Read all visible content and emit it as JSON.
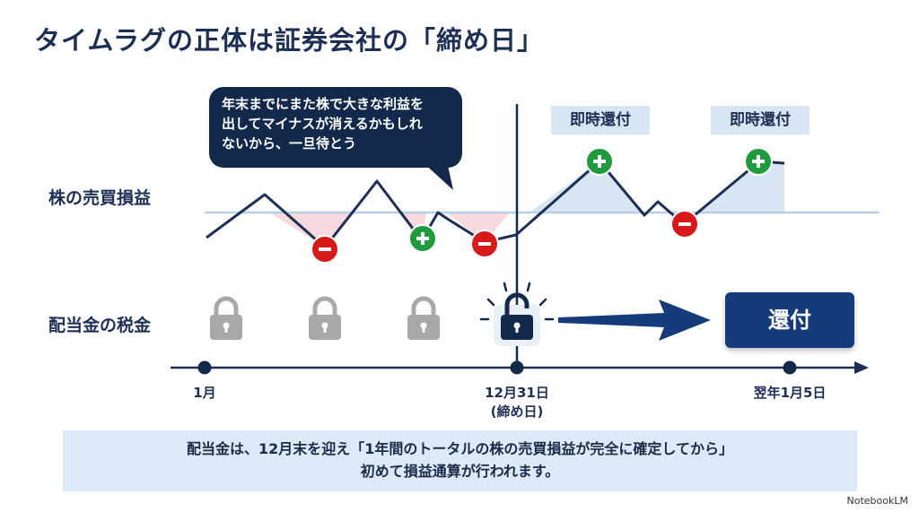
{
  "title": "タイムラグの正体は証券会社の「締め日」",
  "rows": {
    "stock_label": "株の売買損益",
    "dividend_label": "配当金の税金"
  },
  "bubble": {
    "line1": "年末までにまた株で大きな利益を",
    "line2": "出してマイナスが消えるかもしれ",
    "line3": "ないから、一旦待とう"
  },
  "tags": {
    "immediate_1": "即時還付",
    "immediate_2": "即時還付"
  },
  "refund_box": "還付",
  "timeline": {
    "start": "1月",
    "cutoff_date": "12月31日",
    "cutoff_note": "(締め日)",
    "end": "翌年1月5日"
  },
  "note": {
    "line1": "配当金は、12月末を迎え「1年間のトータルの株の売買損益が完全に確定してから」",
    "line2": "初めて損益通算が行われます。"
  },
  "brand": "NotebookLM",
  "colors": {
    "navy": "#13294b",
    "minus": "#d7191c",
    "plus": "#1f9a3c",
    "gain_fill": "#d8e6f4",
    "loss_fill": "#f7dadd",
    "lock_gray": "#a8a8a8"
  },
  "icons": {
    "minus": "minus-circle-icon",
    "plus": "plus-circle-icon",
    "locked": "padlock-locked-icon",
    "unlocked": "padlock-unlocked-icon",
    "arrow": "arrow-right-icon"
  }
}
